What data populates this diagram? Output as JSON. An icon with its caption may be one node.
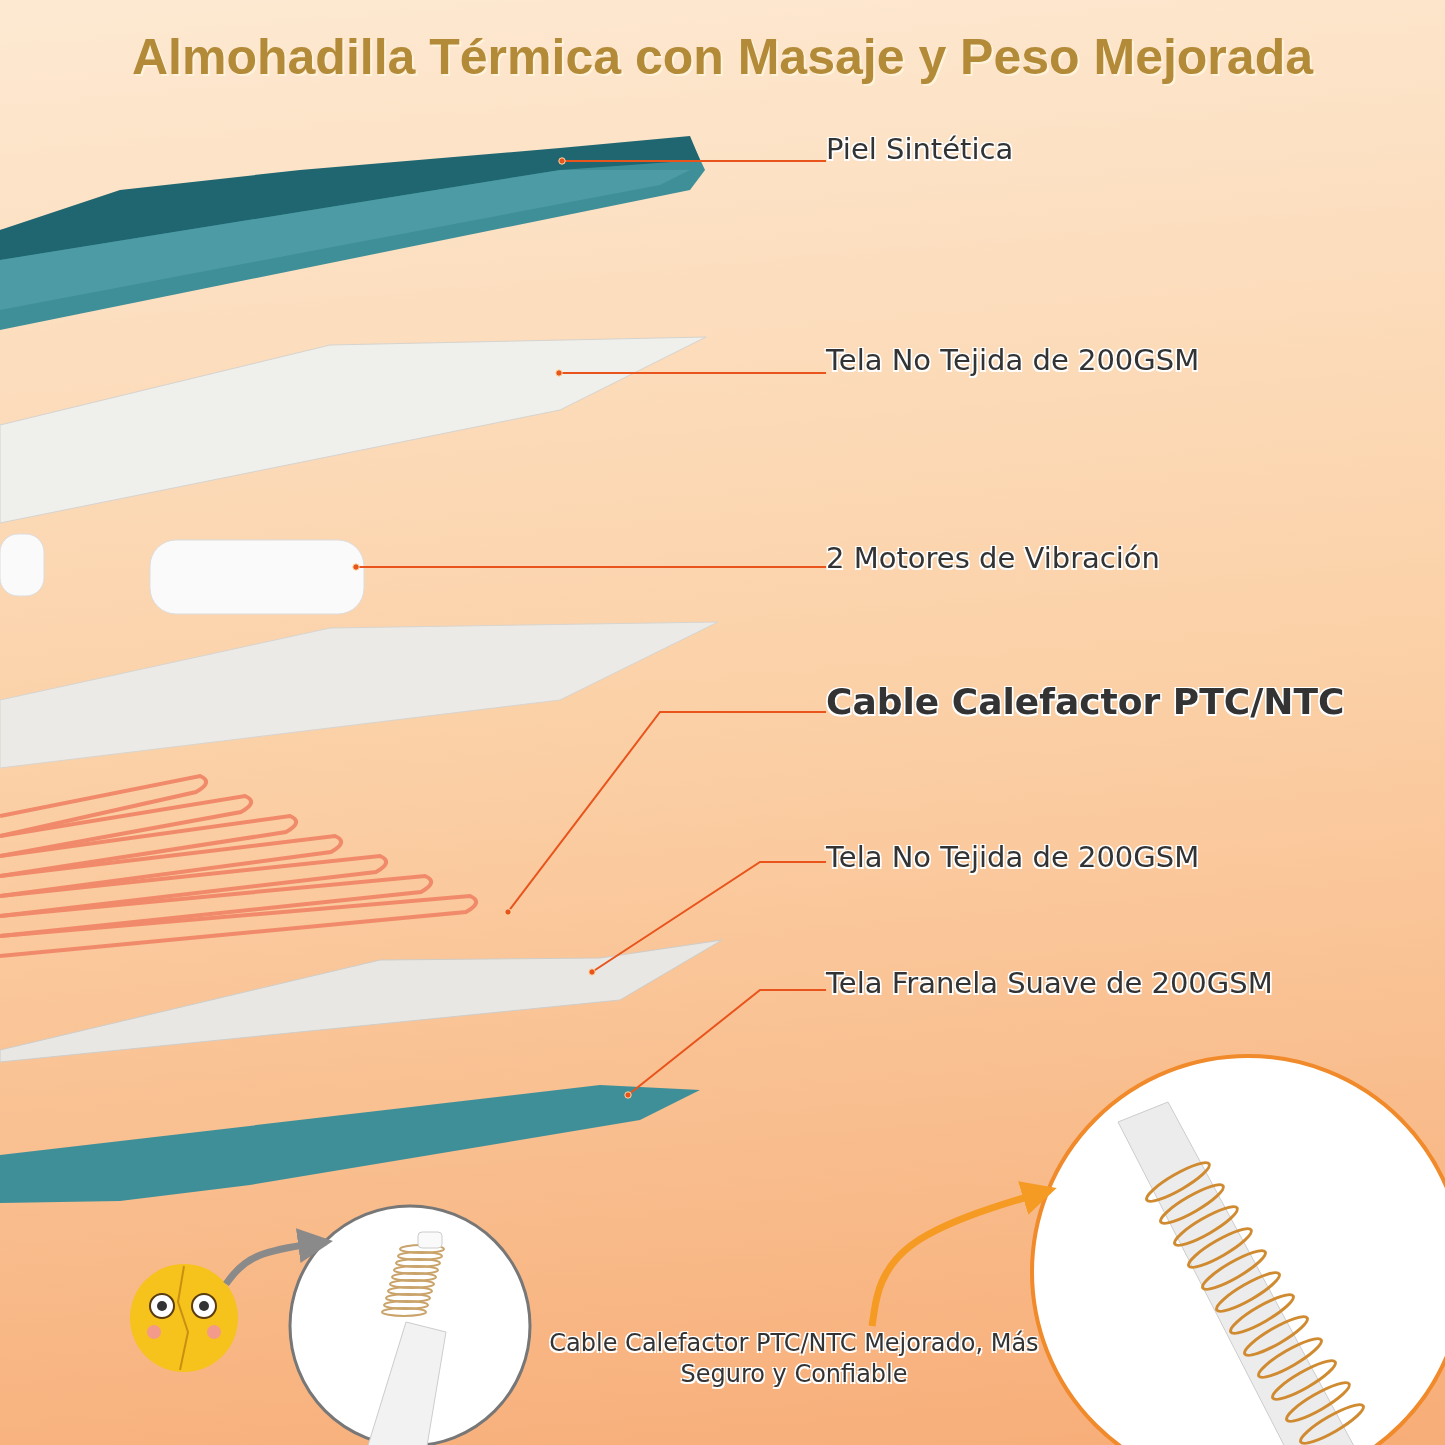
{
  "diagram": {
    "title": "Almohadilla Térmica con Masaje y Peso Mejorada",
    "nodes": [
      {
        "text": [
          "Piel Sintética"
        ]
      },
      {
        "text": [
          "Tela No Tejida de 200GSM"
        ]
      },
      {
        "text": [
          "2 Motores de Vibración"
        ]
      },
      {
        "text": [
          "Cable Calefactor PTC/NTC"
        ]
      },
      {
        "text": [
          "Tela No Tejida de 200GSM"
        ]
      },
      {
        "text": [
          "Tela Franela Suave de 200GSM"
        ]
      },
      {
        "text": [],
        "shape": "picture"
      },
      {
        "text": [],
        "shape": "picture"
      },
      {
        "text": [],
        "shape": "picture"
      },
      {
        "text": [],
        "shape": "picture"
      },
      {
        "text": [],
        "shape": "picture"
      },
      {
        "text": [],
        "shape": "picture"
      },
      {
        "text": [],
        "shape": "picture"
      },
      {
        "text": [],
        "shape": "picture"
      },
      {
        "text": [
          "Cable Calefactor PTC/NTC Mejorado, Más Seguro y Confiable"
        ]
      },
      {
        "text": [],
        "shape": "picture"
      }
    ],
    "edges": [
      {
        "from": 0,
        "to": 6,
        "arrow": "other"
      },
      {
        "from": 1,
        "to": 7,
        "arrow": "other"
      },
      {
        "from": 2,
        "to": 8,
        "arrow": "other"
      },
      {
        "from": 3,
        "to": 9,
        "arrow": "other"
      },
      {
        "from": 4,
        "to": 10,
        "arrow": "other"
      },
      {
        "from": 5,
        "to": 11,
        "arrow": "other"
      },
      {
        "from": 12,
        "to": 13,
        "arrow": "to",
        "style": "thick",
        "color": "#8a8a8a"
      },
      {
        "from": 14,
        "to": 15,
        "arrow": "to",
        "style": "thick",
        "color": "#f59a23"
      }
    ]
  }
}
